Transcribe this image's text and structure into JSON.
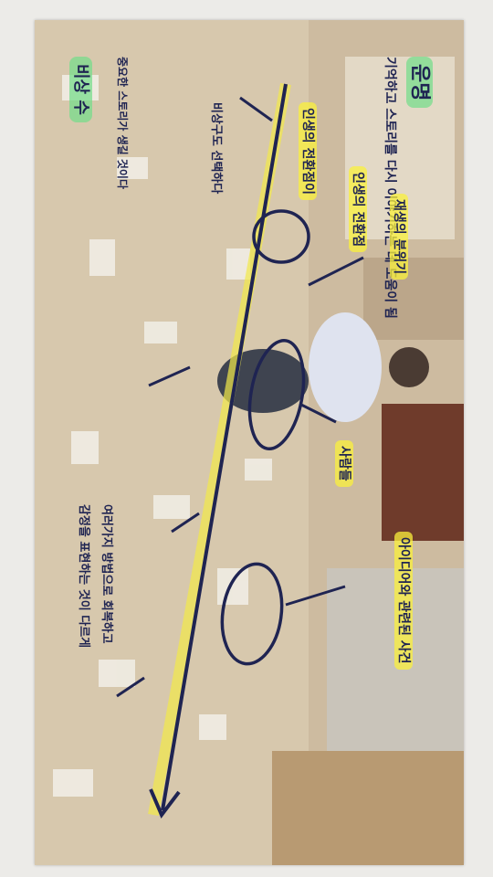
{
  "title": "운명",
  "subtitle": "기억하고 스토리를 다시 이야기하는 데 도움이 됨",
  "labels": {
    "character_heading": "인생의 전환점",
    "character_note_1": "인생의 전환점이",
    "character_note_2": "중요한 스토리가 생길 것이다",
    "timeline_label": "비상구도 선택하다",
    "left_heading": "비상 수",
    "left_note_1": "여러가지 방법으로 회복하고",
    "left_note_2": "감정을 표현하는 것이 다르게",
    "sakura_label": "사람들",
    "circle1_label": "재생의 분위기",
    "right_label": "아이디어와 관련된 사건"
  },
  "colors": {
    "ink": "#1f2452",
    "highlight_yellow": "#f6ec3a",
    "highlight_green": "#7ddc8c",
    "line_yellow": "#f3e94a"
  }
}
